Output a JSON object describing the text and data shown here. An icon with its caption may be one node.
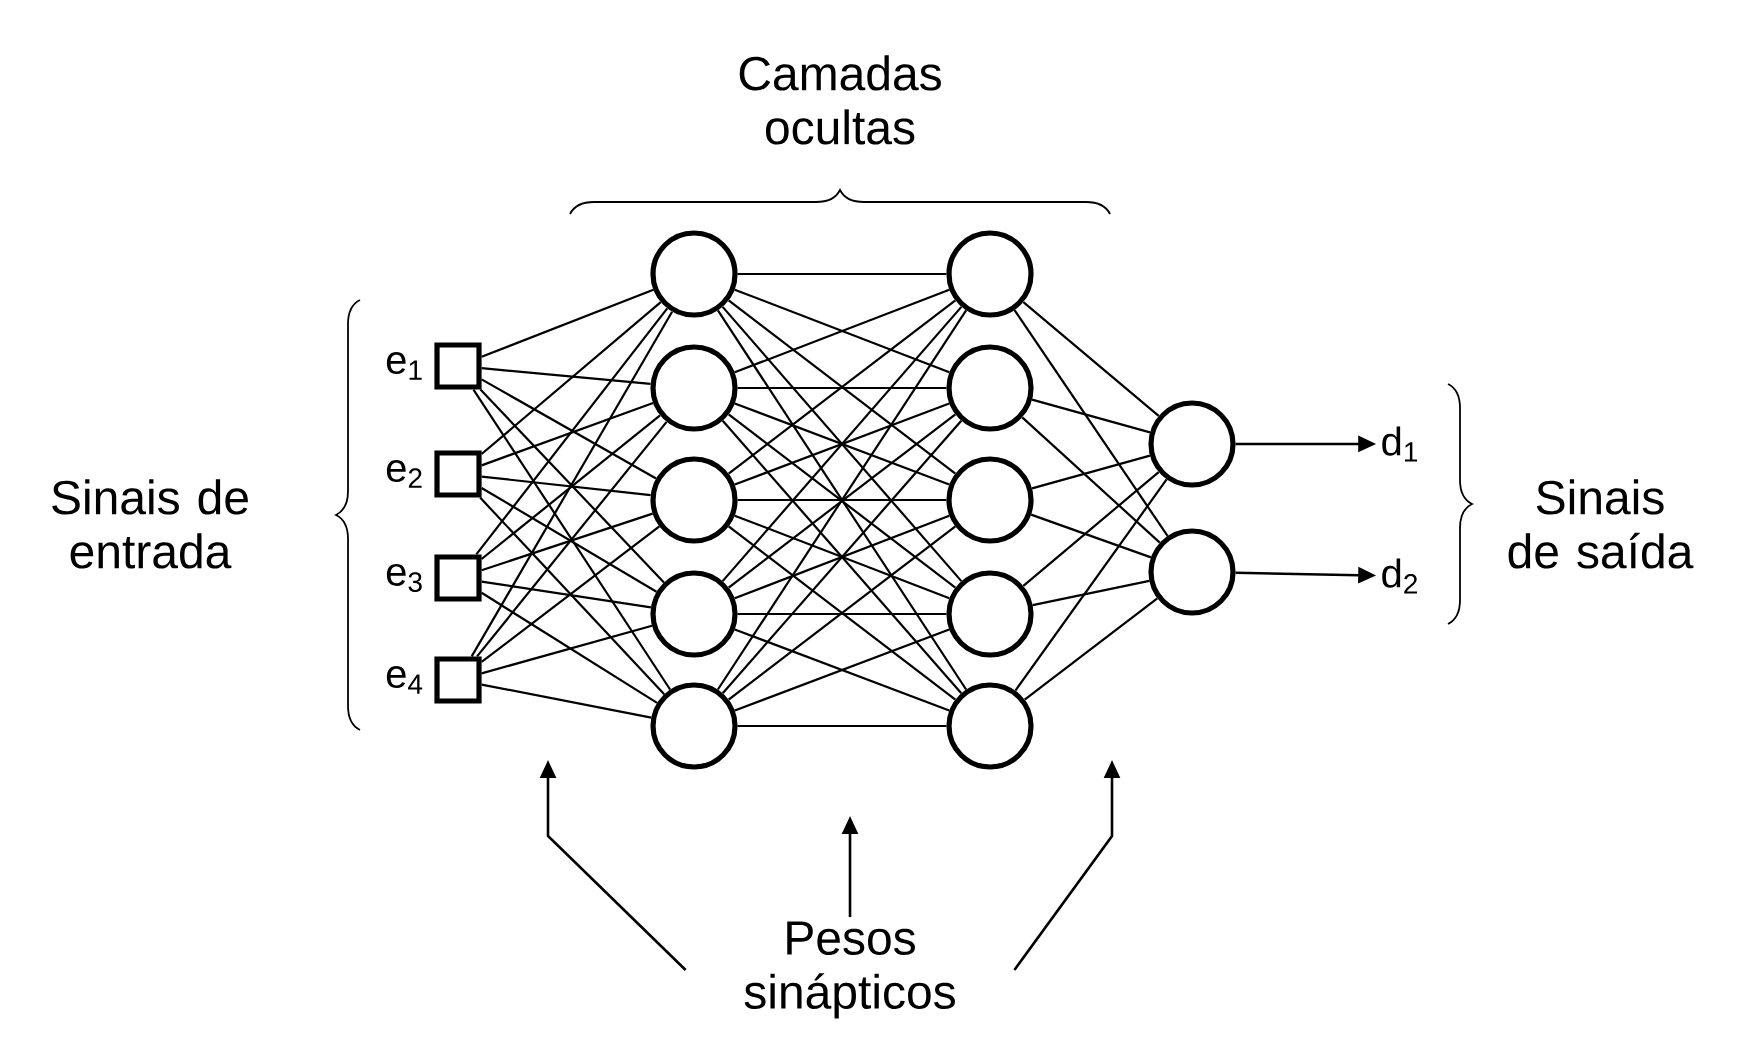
{
  "diagram": {
    "nodes": [
      {
        "text": [],
        "shape": "box",
        "beside": [
          "e$_{1}$"
        ]
      },
      {
        "text": [],
        "shape": "box",
        "beside": [
          "e$_{2}$"
        ]
      },
      {
        "text": [],
        "shape": "box",
        "beside": [
          "e$_{3}$"
        ]
      },
      {
        "text": [],
        "shape": "box",
        "beside": [
          "e$_{4}$"
        ]
      },
      {
        "text": [],
        "shape": "circle"
      },
      {
        "text": [],
        "shape": "circle"
      },
      {
        "text": [],
        "shape": "circle"
      },
      {
        "text": [],
        "shape": "circle"
      },
      {
        "text": [],
        "shape": "circle"
      },
      {
        "text": [],
        "shape": "circle"
      },
      {
        "text": [],
        "shape": "circle"
      },
      {
        "text": [],
        "shape": "circle"
      },
      {
        "text": [],
        "shape": "circle"
      },
      {
        "text": [],
        "shape": "circle"
      },
      {
        "text": [],
        "shape": "circle"
      },
      {
        "text": [],
        "shape": "circle"
      },
      {
        "text": [
          "d$_{1}$"
        ]
      },
      {
        "text": [
          "d$_{2}$"
        ]
      },
      {
        "text": [
          "Pesos sinápticos"
        ]
      }
    ],
    "edges": [
      {
        "from": 0,
        "to": 4,
        "arrow": "none"
      },
      {
        "from": 0,
        "to": 5,
        "arrow": "none"
      },
      {
        "from": 0,
        "to": 6,
        "arrow": "none"
      },
      {
        "from": 0,
        "to": 7,
        "arrow": "none"
      },
      {
        "from": 0,
        "to": 8,
        "arrow": "none"
      },
      {
        "from": 1,
        "to": 4,
        "arrow": "none"
      },
      {
        "from": 1,
        "to": 5,
        "arrow": "none"
      },
      {
        "from": 1,
        "to": 6,
        "arrow": "none"
      },
      {
        "from": 1,
        "to": 7,
        "arrow": "none"
      },
      {
        "from": 1,
        "to": 8,
        "arrow": "none"
      },
      {
        "from": 2,
        "to": 4,
        "arrow": "none"
      },
      {
        "from": 2,
        "to": 5,
        "arrow": "none"
      },
      {
        "from": 2,
        "to": 6,
        "arrow": "none"
      },
      {
        "from": 2,
        "to": 7,
        "arrow": "none"
      },
      {
        "from": 2,
        "to": 8,
        "arrow": "none"
      },
      {
        "from": 3,
        "to": 4,
        "arrow": "none"
      },
      {
        "from": 3,
        "to": 5,
        "arrow": "none"
      },
      {
        "from": 3,
        "to": 6,
        "arrow": "none"
      },
      {
        "from": 3,
        "to": 7,
        "arrow": "none"
      },
      {
        "from": 3,
        "to": 8,
        "arrow": "none"
      },
      {
        "from": 4,
        "to": 9,
        "arrow": "none"
      },
      {
        "from": 4,
        "to": 10,
        "arrow": "none"
      },
      {
        "from": 4,
        "to": 11,
        "arrow": "none"
      },
      {
        "from": 4,
        "to": 12,
        "arrow": "none"
      },
      {
        "from": 4,
        "to": 13,
        "arrow": "none"
      },
      {
        "from": 5,
        "to": 9,
        "arrow": "none"
      },
      {
        "from": 5,
        "to": 10,
        "arrow": "none"
      },
      {
        "from": 5,
        "to": 11,
        "arrow": "none"
      },
      {
        "from": 5,
        "to": 12,
        "arrow": "none"
      },
      {
        "from": 5,
        "to": 13,
        "arrow": "none"
      },
      {
        "from": 6,
        "to": 9,
        "arrow": "none"
      },
      {
        "from": 6,
        "to": 10,
        "arrow": "none"
      },
      {
        "from": 6,
        "to": 11,
        "arrow": "none"
      },
      {
        "from": 6,
        "to": 12,
        "arrow": "none"
      },
      {
        "from": 6,
        "to": 13,
        "arrow": "none"
      },
      {
        "from": 7,
        "to": 9,
        "arrow": "none"
      },
      {
        "from": 7,
        "to": 10,
        "arrow": "none"
      },
      {
        "from": 7,
        "to": 11,
        "arrow": "none"
      },
      {
        "from": 7,
        "to": 12,
        "arrow": "none"
      },
      {
        "from": 7,
        "to": 13,
        "arrow": "none"
      },
      {
        "from": 8,
        "to": 9,
        "arrow": "none"
      },
      {
        "from": 8,
        "to": 10,
        "arrow": "none"
      },
      {
        "from": 8,
        "to": 11,
        "arrow": "none"
      },
      {
        "from": 8,
        "to": 12,
        "arrow": "none"
      },
      {
        "from": 8,
        "to": 13,
        "arrow": "none"
      },
      {
        "from": 9,
        "to": 14,
        "arrow": "none"
      },
      {
        "from": 9,
        "to": 15,
        "arrow": "none"
      },
      {
        "from": 10,
        "to": 14,
        "arrow": "none"
      },
      {
        "from": 10,
        "to": 15,
        "arrow": "none"
      },
      {
        "from": 11,
        "to": 14,
        "arrow": "none"
      },
      {
        "from": 11,
        "to": 15,
        "arrow": "none"
      },
      {
        "from": 12,
        "to": 14,
        "arrow": "none"
      },
      {
        "from": 12,
        "to": 15,
        "arrow": "none"
      },
      {
        "from": 13,
        "to": 14,
        "arrow": "none"
      },
      {
        "from": 13,
        "to": 15,
        "arrow": "none"
      },
      {
        "from": 14,
        "to": 16,
        "arrow": "to"
      },
      {
        "from": 15,
        "to": 17,
        "arrow": "to"
      },
      {
        "from": 18,
        "to": null,
        "arrow": "to"
      },
      {
        "from": 18,
        "to": null,
        "arrow": "to"
      },
      {
        "from": 18,
        "to": null,
        "arrow": "to"
      }
    ],
    "labels": [
      "Camadas ocultas",
      "Sinais de entrada",
      "Sinais de saída"
    ]
  }
}
